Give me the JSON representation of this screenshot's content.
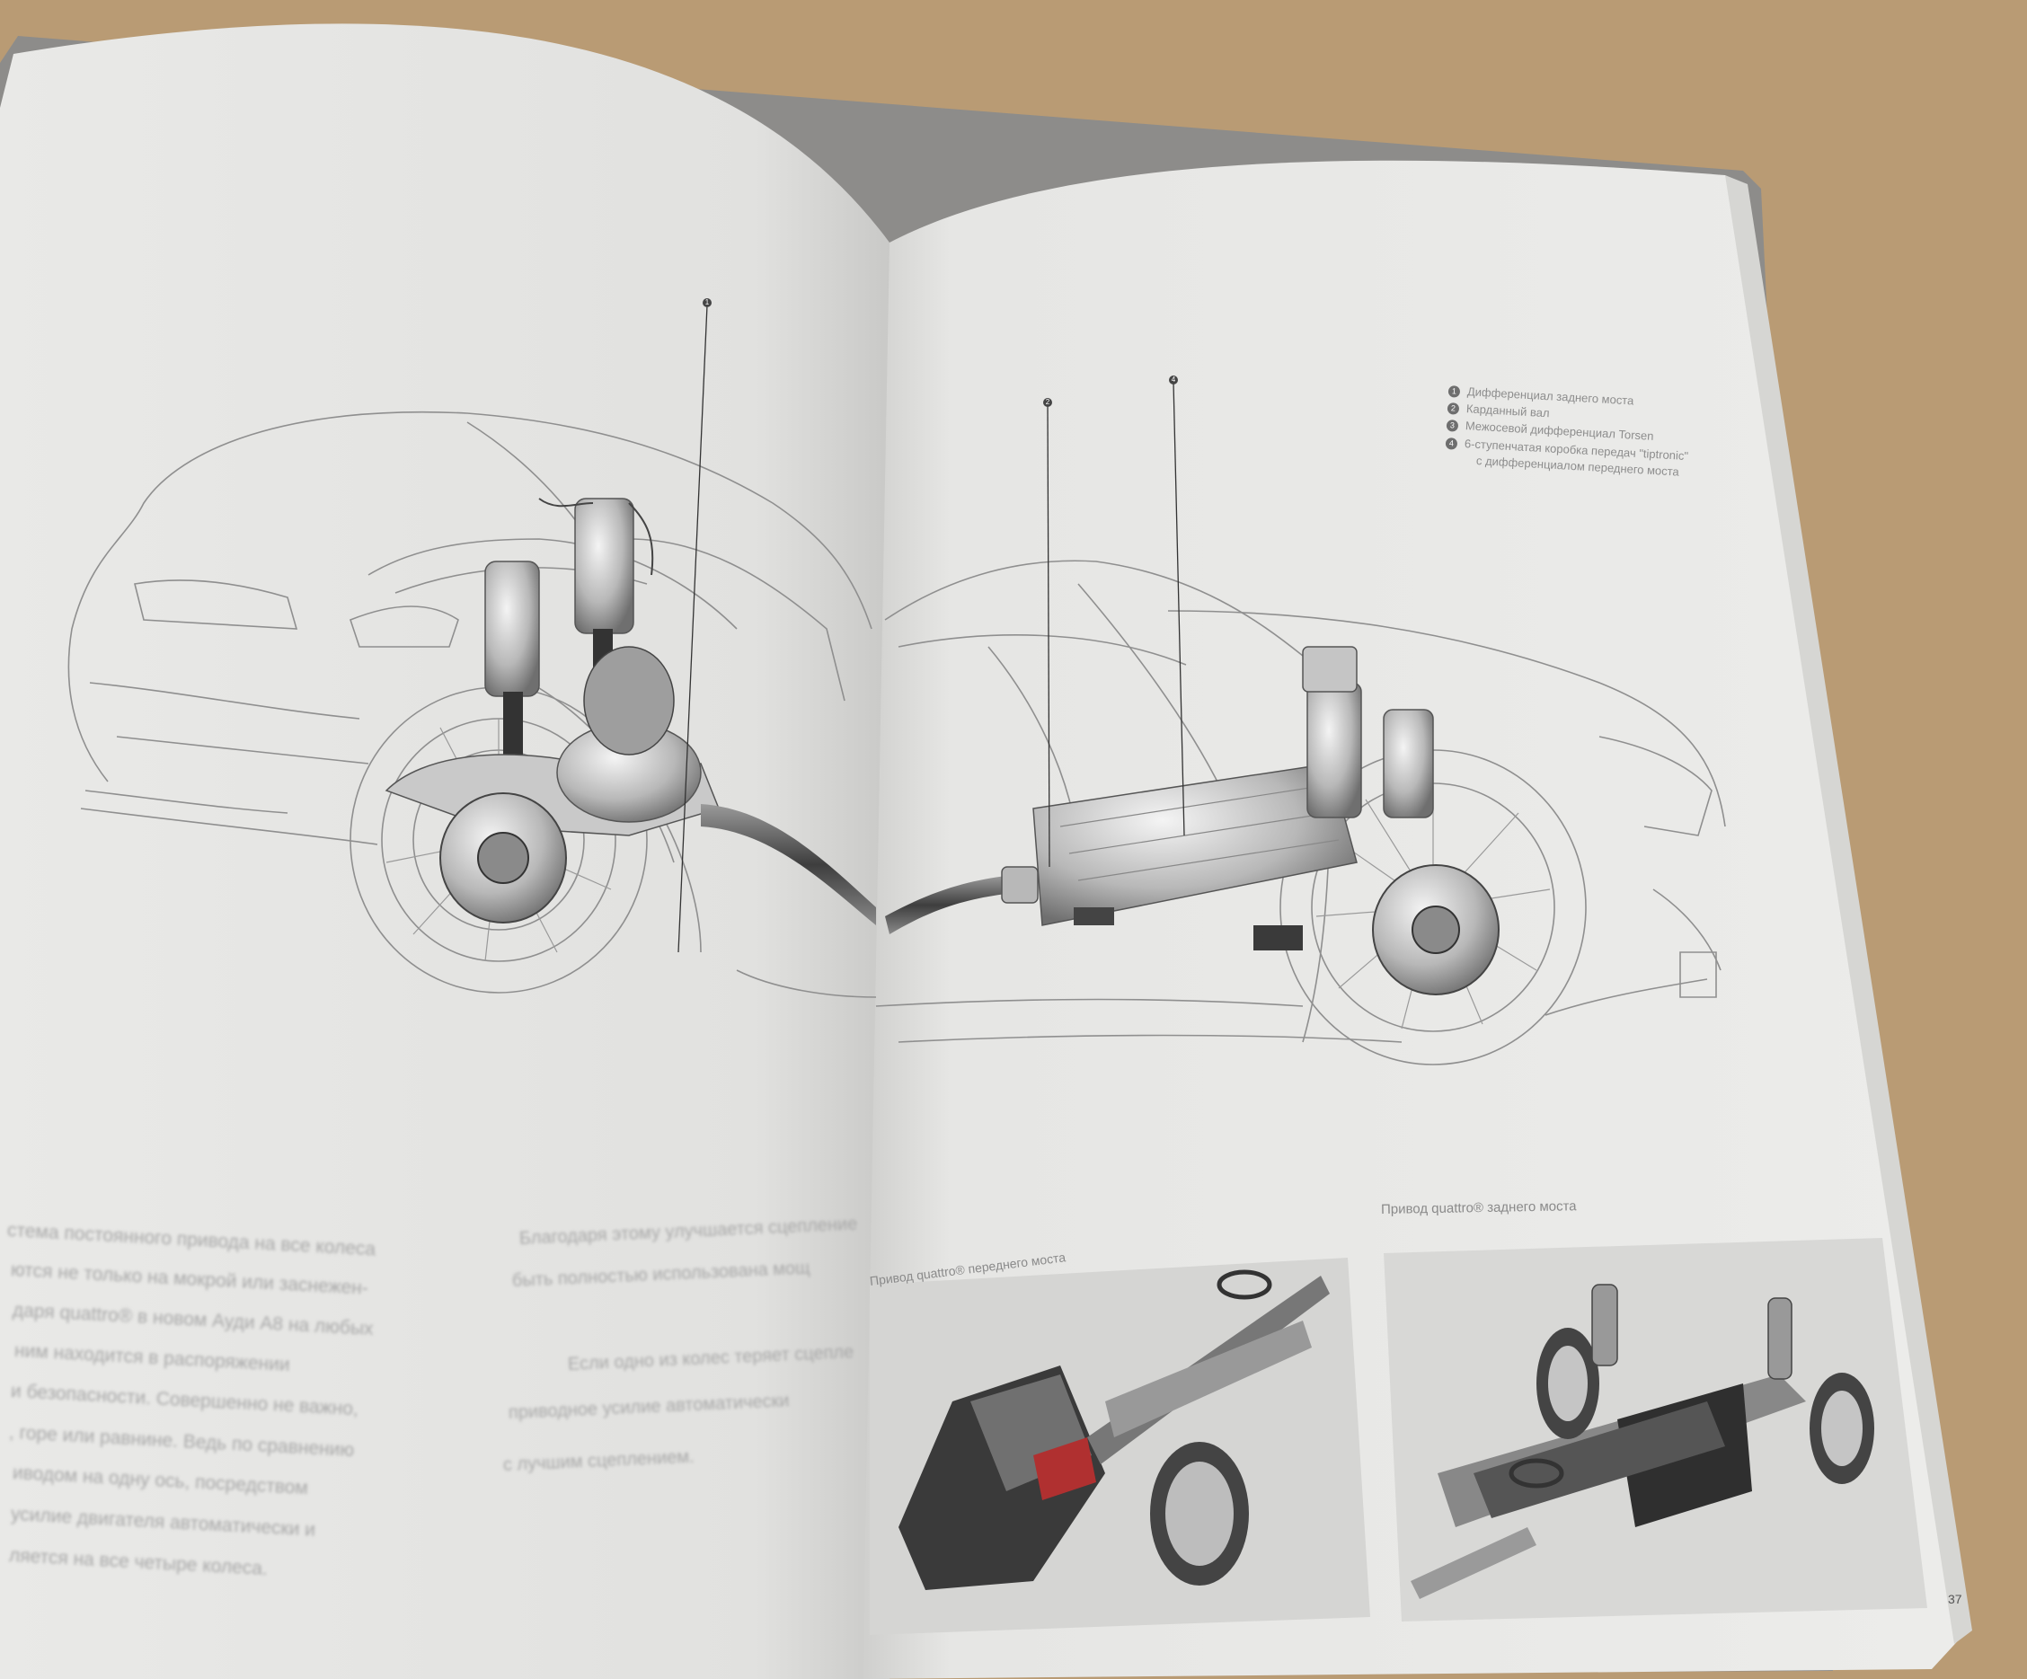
{
  "legend": [
    {
      "num": "1",
      "label": "Дифференциал заднего моста"
    },
    {
      "num": "2",
      "label": "Карданный вал"
    },
    {
      "num": "3",
      "label": "Межосевой дифференциал Torsen"
    },
    {
      "num": "4",
      "label": "6-ступенчатая коробка передач \"tiptronic\""
    },
    {
      "num": "",
      "label": "с дифференциалом переднего моста"
    }
  ],
  "callouts": [
    "1",
    "2",
    "4"
  ],
  "left_body_column_1": [
    "стема постоянного привода на все колеса",
    "ются не только на мокрой или заснежен-",
    "даря quattro® в новом Ауди А8 на любых",
    "ним находится в распоряжении",
    "и безопасности. Совершенно не важно,",
    ", горе или равнине. Ведь по сравнению",
    "иводом на одну ось, посредством",
    "усилие двигателя автоматически и",
    "ляется на все четыре колеса."
  ],
  "left_body_column_2": [
    "Благодаря этому улучшается сцепление",
    "быть полностью использована мощ",
    "Если одно из колес теряет сцепле",
    "приводное усилие автоматически",
    "с лучшим сцеплением."
  ],
  "captions": {
    "front": "Привод quattro® переднего моста",
    "rear": "Привод quattro® заднего моста"
  },
  "page_number": "37",
  "colors": {
    "table": "#b89a73",
    "page": "#ededeb",
    "photo_bg": "#d9d9d7"
  }
}
